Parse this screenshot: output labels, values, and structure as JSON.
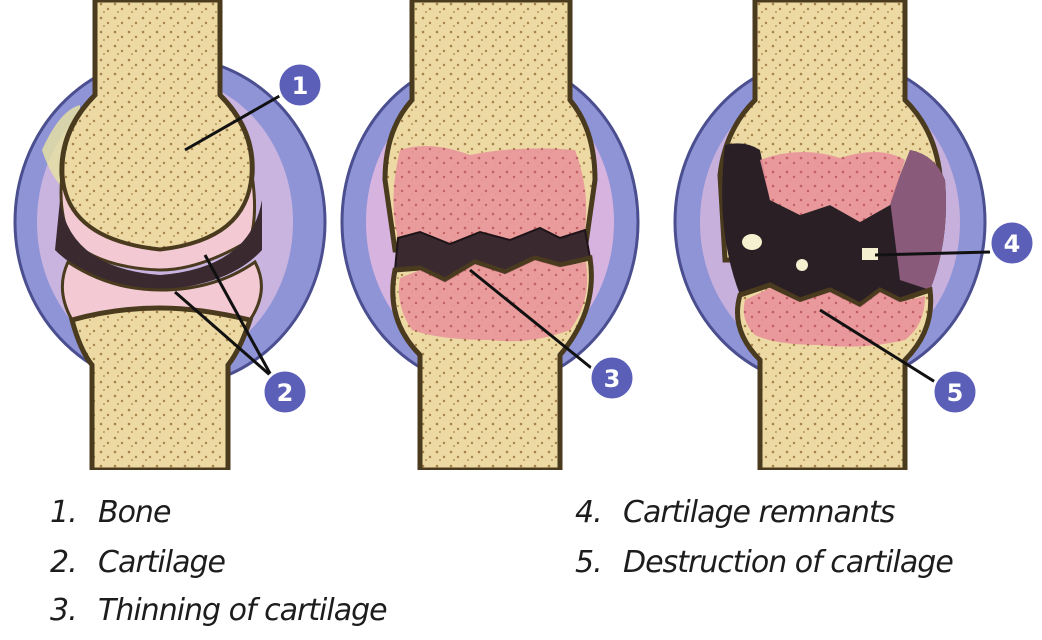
{
  "callouts": [
    "1",
    "2",
    "3",
    "4",
    "5"
  ],
  "legend": {
    "items": [
      {
        "num": "1.",
        "text": "Bone"
      },
      {
        "num": "2.",
        "text": "Cartilage"
      },
      {
        "num": "3.",
        "text": "Thinning of cartilage"
      },
      {
        "num": "4.",
        "text": "Cartilage remnants"
      },
      {
        "num": "5.",
        "text": "Destruction of cartilage"
      }
    ]
  },
  "colors": {
    "bone": "#ecd9a3",
    "bone_outline": "#4a3a1e",
    "cartilage": "#f3c9d3",
    "inflamed": "#e07f88",
    "capsule": "#8f94d6",
    "capsule_inner": "#c9b4e0",
    "joint_space": "#3a2a30",
    "badge": "#5b5fb8"
  }
}
